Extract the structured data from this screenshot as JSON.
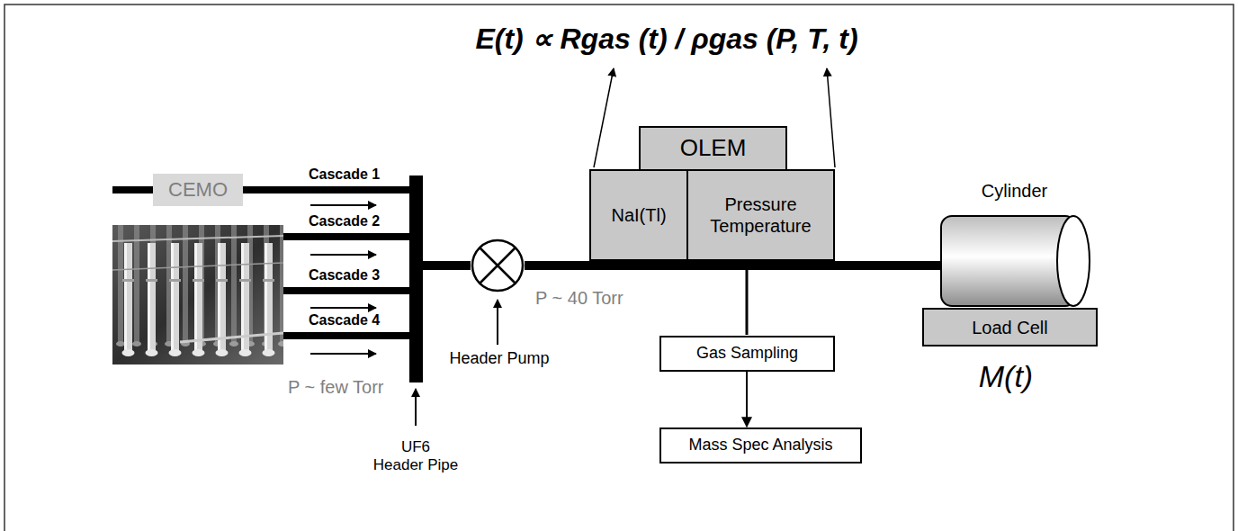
{
  "diagram": {
    "nodes": [
      {
        "text": [
          "CEMO"
        ]
      },
      {
        "text": [
          "UF6",
          "Header Pipe"
        ]
      },
      {
        "text": [
          "Header Pump"
        ]
      },
      {
        "text": [
          "OLEM"
        ]
      },
      {
        "text": [
          "NaI(Tl)"
        ]
      },
      {
        "text": [
          "Pressure Temperature"
        ]
      },
      {
        "text": [
          "Gas Sampling"
        ]
      },
      {
        "text": [
          "Mass Spec Analysis"
        ]
      },
      {
        "text": [
          "Cylinder"
        ]
      },
      {
        "text": [
          "Load Cell"
        ]
      }
    ],
    "edges": [
      {
        "from": 0,
        "to": 1,
        "arrow": "none"
      },
      {
        "from": 1,
        "to": 2,
        "arrow": "none"
      },
      {
        "from": 2,
        "to": 4,
        "arrow": "none"
      },
      {
        "from": 5,
        "to": 8,
        "arrow": "none"
      },
      {
        "from": 5,
        "to": 6,
        "arrow": "none"
      },
      {
        "from": 6,
        "to": 7,
        "arrow": "to"
      }
    ],
    "labels": [
      "E(t) ∝ Rgas (t) / ρgas (P, T, t)",
      "Cascade 1",
      "Cascade 2",
      "Cascade 3",
      "Cascade 4",
      "P ~ few Torr",
      "P ~ 40 Torr",
      "M(t)"
    ]
  }
}
